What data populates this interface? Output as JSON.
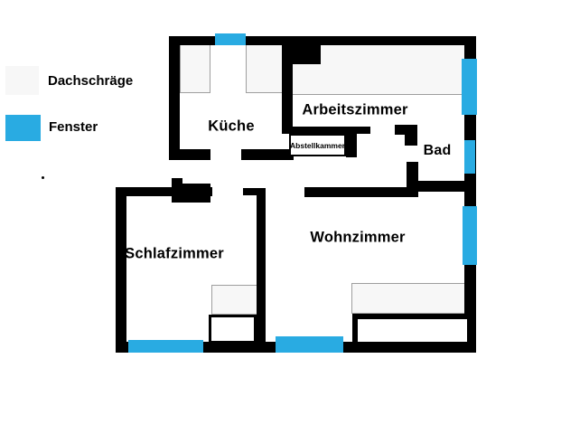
{
  "legend": {
    "items": [
      {
        "key": "dachschraege",
        "label": "Dachschräge",
        "color": "#F7F7F7"
      },
      {
        "key": "fenster",
        "label": "Fenster",
        "color": "#29ABE2"
      }
    ]
  },
  "rooms": {
    "kueche": {
      "label": "Küche"
    },
    "arbeitszimmer": {
      "label": "Arbeitszimmer"
    },
    "abstellkammer": {
      "label": "Abstellkammer"
    },
    "bad": {
      "label": "Bad"
    },
    "schlafzimmer": {
      "label": "Schlafzimmer"
    },
    "wohnzimmer": {
      "label": "Wohnzimmer"
    }
  },
  "colors": {
    "wall": "#000000",
    "window": "#29ABE2",
    "dach_fill": "#F7F7F7",
    "dach_border": "#9E9E9E",
    "background": "#FFFFFF",
    "text": "#000000"
  }
}
